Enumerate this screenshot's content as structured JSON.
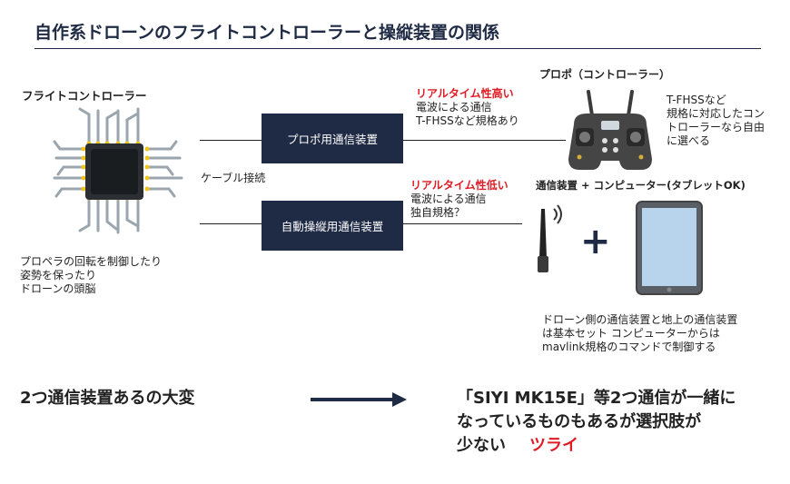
{
  "title": "自作系ドローンのフライトコントローラーと操縦装置の関係",
  "fc": {
    "label": "フライトコントローラー",
    "desc": [
      "プロペラの回転を制御したり",
      "姿勢を保ったり",
      "ドローンの頭脳"
    ]
  },
  "rc_box": "プロポ用通信装置",
  "auto_box": "自動操縦用通信装置",
  "cable_label": "ケーブル接続",
  "rc_link": {
    "heading": "リアルタイム性高い",
    "lines": [
      "電波による通信",
      "T-FHSSなど規格あり"
    ]
  },
  "auto_link": {
    "heading": "リアルタイム性低い",
    "lines": [
      "電波による通信",
      "独自規格？"
    ]
  },
  "propo": {
    "label": "プロポ（コントローラー）",
    "desc": [
      "T-FHSSなど",
      "規格に対応したコン",
      "トローラーなら自由",
      "に選べる"
    ]
  },
  "gcs": {
    "label": "通信装置 + コンピューター(タブレットOK)",
    "plus": "+",
    "desc": [
      "ドローン側の通信装置と地上の通信装置",
      "は基本セット コンピューターからは",
      "mavlink規格のコマンドで制御する"
    ]
  },
  "bottom": {
    "left": "2つ通信装置あるの大変",
    "right_lines": [
      "「SIYI MK15E」等2つ通信が一緒に",
      "なっているものもあるが選択肢が"
    ],
    "last_prefix": "少ない",
    "last_red": "ツライ"
  },
  "colors": {
    "navy": "#1f2a44",
    "red": "#e01b24"
  },
  "icons": [
    "chip-icon",
    "controller-icon",
    "antenna-icon",
    "tablet-icon",
    "arrow-right-icon"
  ]
}
